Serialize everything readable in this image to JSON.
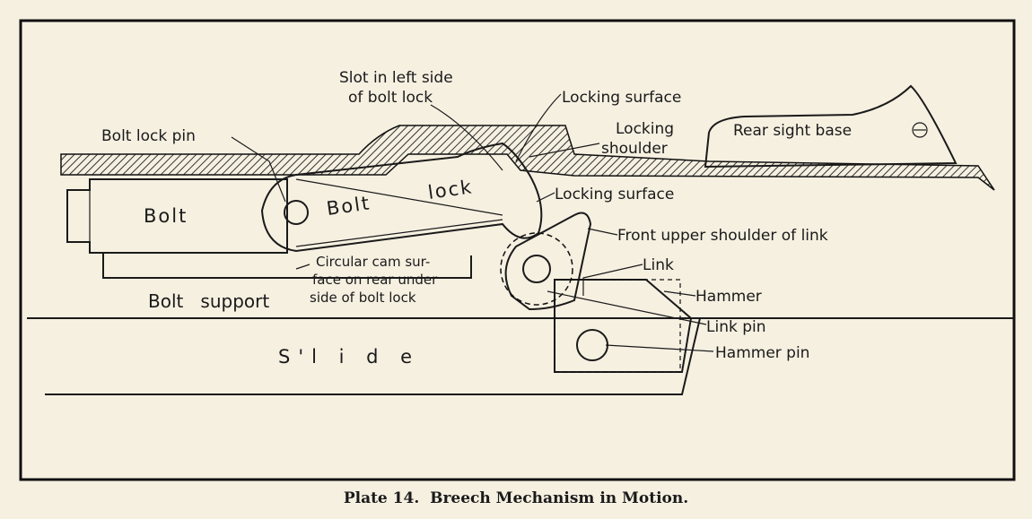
{
  "diagram": {
    "labels": {
      "slot": [
        "Slot in left side",
        "of bolt lock"
      ],
      "locking_surface_top": "Locking surface",
      "locking_shoulder": [
        "Locking",
        "shoulder"
      ],
      "rear_sight_base": "Rear sight base",
      "bolt_lock_pin": "Bolt lock pin",
      "bolt": "Bolt",
      "bolt_lock_1": "Bolt",
      "bolt_lock_2": "lock",
      "locking_surface_mid": "Locking surface",
      "front_upper_shoulder": "Front upper shoulder of link",
      "link": "Link",
      "hammer": "Hammer",
      "cam_surface": [
        "Circular cam sur-",
        "face on rear under",
        "side of bolt lock"
      ],
      "bolt_support": "Bolt   support",
      "link_pin": "Link pin",
      "slide": "S'l i d e",
      "hammer_pin": "Hammer pin"
    },
    "caption": "Plate 14.  Breech Mechanism in Motion."
  }
}
